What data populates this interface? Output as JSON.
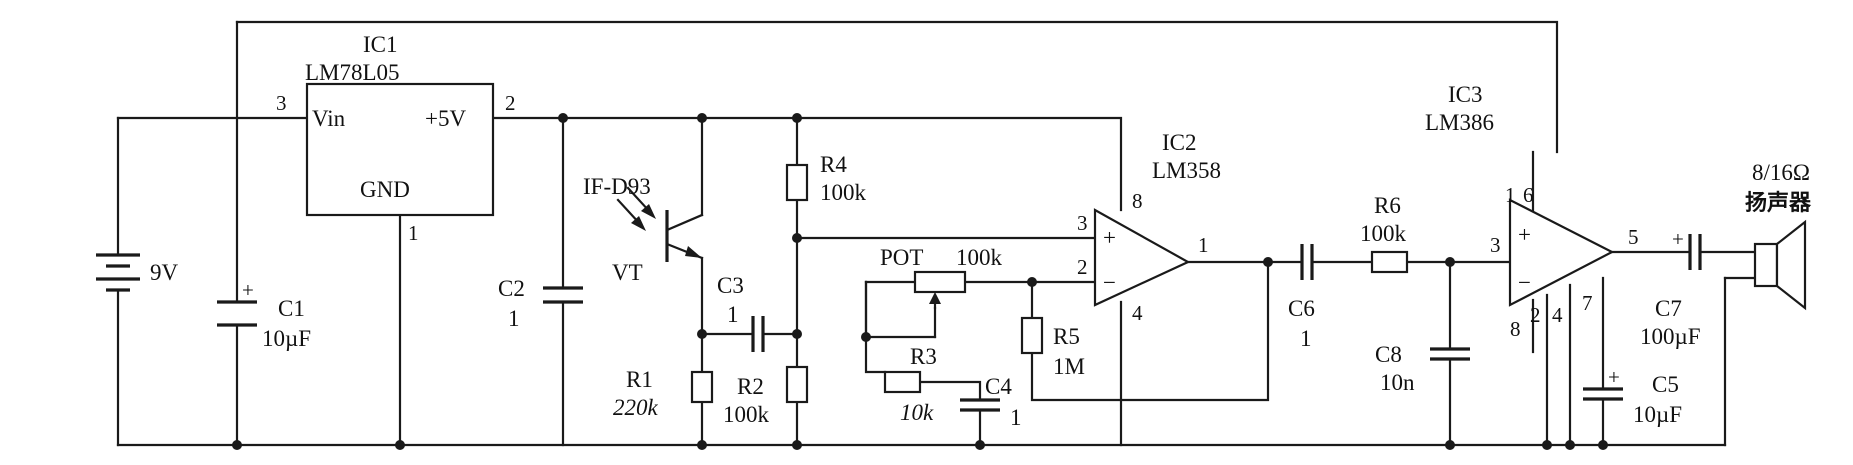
{
  "ic1": {
    "ref": "IC1",
    "part": "LM78L05",
    "pin_vin": "Vin",
    "pin_out": "+5V",
    "pin_gnd": "GND",
    "pin3": "3",
    "pin2": "2",
    "pin1": "1"
  },
  "battery": {
    "value": "9V"
  },
  "c1": {
    "ref": "C1",
    "value": "10µF"
  },
  "c2": {
    "ref": "C2",
    "value": "1"
  },
  "vt": {
    "ref": "VT",
    "part": "IF-D93"
  },
  "r1": {
    "ref": "R1",
    "value": "220k"
  },
  "r2": {
    "ref": "R2",
    "value": "100k"
  },
  "r3": {
    "ref": "R3",
    "value": "10k"
  },
  "r4": {
    "ref": "R4",
    "value": "100k"
  },
  "r5": {
    "ref": "R5",
    "value": "1M"
  },
  "r6": {
    "ref": "R6",
    "value": "100k"
  },
  "c3": {
    "ref": "C3",
    "value": "1"
  },
  "c4": {
    "ref": "C4",
    "value": "1"
  },
  "pot": {
    "ref": "POT",
    "value": "100k"
  },
  "ic2": {
    "ref": "IC2",
    "part": "LM358",
    "pin8": "8",
    "pin3": "3",
    "pin2": "2",
    "pin1": "1",
    "pin4": "4",
    "plus": "+",
    "minus": "−"
  },
  "c6": {
    "ref": "C6",
    "value": "1"
  },
  "c8": {
    "ref": "C8",
    "value": "10n"
  },
  "ic3": {
    "ref": "IC3",
    "part": "LM386",
    "pin1": "1",
    "pin6": "6",
    "pin3": "3",
    "pin5": "5",
    "pin8": "8",
    "pin2": "2",
    "pin4": "4",
    "pin7": "7",
    "plus": "+",
    "minus": "−"
  },
  "c7": {
    "ref": "C7",
    "value": "100µF"
  },
  "c5": {
    "ref": "C5",
    "value": "10µF"
  },
  "speaker": {
    "impedance": "8/16Ω",
    "name": "扬声器"
  },
  "polarity": "+"
}
